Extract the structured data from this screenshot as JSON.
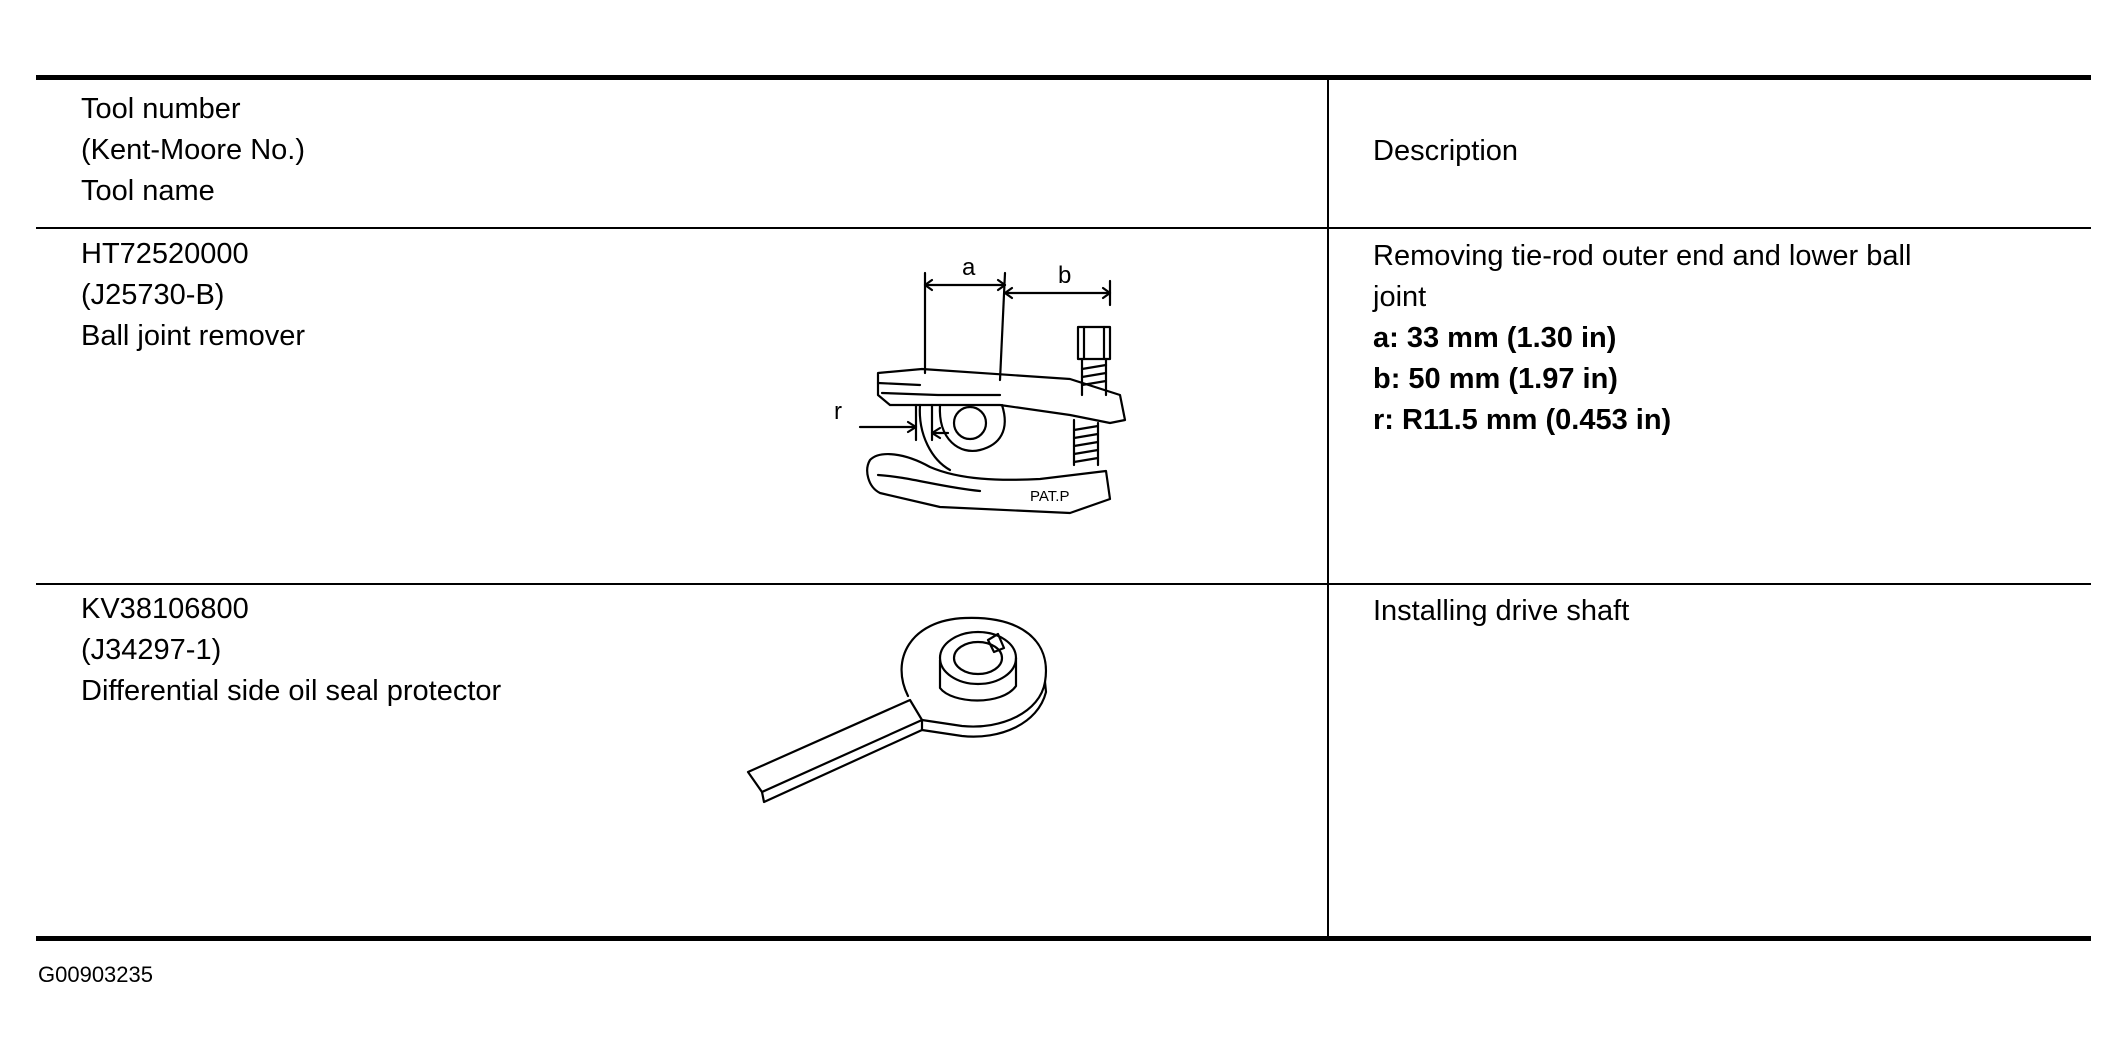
{
  "header": {
    "left_lines": [
      "Tool number",
      "(Kent-Moore No.)",
      "Tool name"
    ],
    "right": "Description"
  },
  "rows": [
    {
      "tool_number": "HT72520000",
      "kent_moore": "(J25730-B)",
      "tool_name": "Ball joint remover",
      "description_lines": [
        "Removing tie-rod outer end and lower ball",
        "joint"
      ],
      "specs": [
        "a: 33 mm (1.30 in)",
        "b: 50 mm (1.97 in)",
        "r: R11.5 mm (0.453 in)"
      ],
      "figure": {
        "icon": "ball-joint-remover-illustration",
        "labels": {
          "a": "a",
          "b": "b",
          "r": "r",
          "stamp": "PAT.P"
        }
      }
    },
    {
      "tool_number": "KV38106800",
      "kent_moore": "(J34297-1)",
      "tool_name": "Differential side oil seal protector",
      "description_lines": [
        "Installing drive shaft"
      ],
      "specs": [],
      "figure": {
        "icon": "oil-seal-protector-illustration"
      }
    }
  ],
  "footer": {
    "code": "G00903235"
  }
}
